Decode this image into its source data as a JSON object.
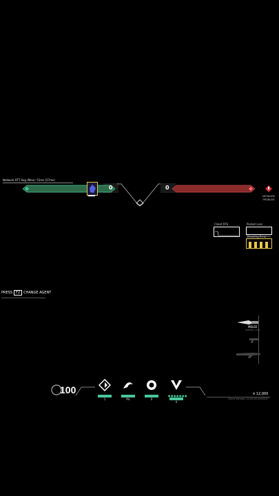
{
  "hud": {
    "network_rtt": "Network RTT Avg (Max): 51ms (57ms)",
    "network_problem_line1": "NETWORK",
    "network_problem_line2": "PROBLEM",
    "ally_score": "0",
    "enemy_score": "0",
    "colors": {
      "ally": "#2e6b4a",
      "enemy": "#8a2a2a",
      "accent": "#49c79a",
      "gold": "#e8c84a"
    }
  },
  "perf": {
    "client_fps_label": "Client FPS",
    "packet_loss_label": "Packet Loss",
    "shooting_error_label": "Shooting Error"
  },
  "controls": {
    "press_label": "PRESS",
    "key": "F2",
    "action_label": "CHANGE AGENT"
  },
  "player": {
    "health": "100",
    "credits": "¤ 12,000",
    "version": "Client Version: 12.00.00.4440247"
  },
  "abilities": [
    {
      "icon": "ability-c-icon",
      "charges": "1"
    },
    {
      "icon": "ability-q-icon",
      "charges": "Ms"
    },
    {
      "icon": "ability-e-icon",
      "charges": "0"
    },
    {
      "icon": "ability-x-icon",
      "charges": "0"
    }
  ],
  "weapons": {
    "melee_label": "MELEE",
    "melee_sub": "PRIMARY (1/2)"
  }
}
